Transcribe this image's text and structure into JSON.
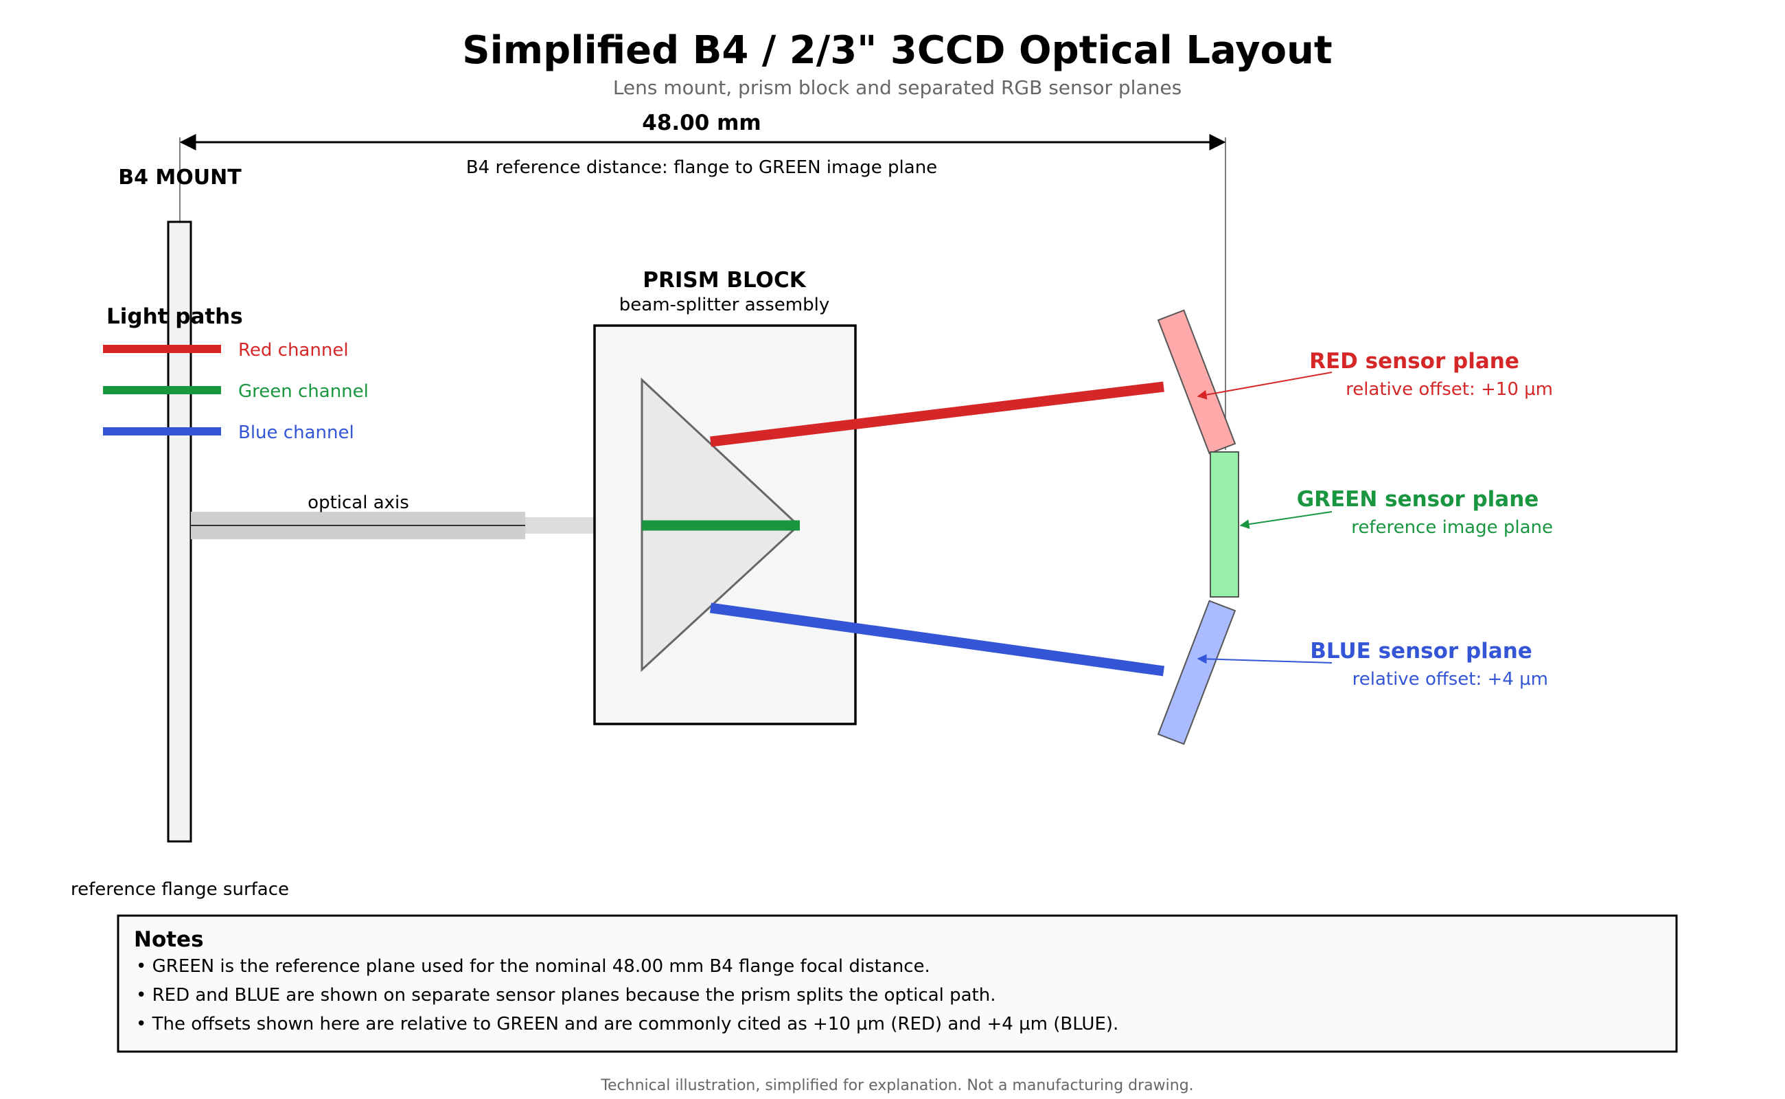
{
  "title": "Simplified B4 / 2/3\" 3CCD Optical Layout",
  "subtitle": "Lens mount, prism block and separated RGB sensor planes",
  "dimension": {
    "value_label": "48.00 mm",
    "caption": "B4 reference distance: flange to GREEN image plane"
  },
  "mount": {
    "label": "B4 MOUNT",
    "surface_label": "reference flange surface"
  },
  "legend": {
    "title": "Light paths",
    "items": [
      {
        "label": "Red channel",
        "color": "#d62728"
      },
      {
        "label": "Green channel",
        "color": "#1a9641"
      },
      {
        "label": "Blue channel",
        "color": "#3355d6"
      }
    ]
  },
  "optical_axis_label": "optical axis",
  "prism": {
    "title": "PRISM BLOCK",
    "subtitle": "beam-splitter assembly"
  },
  "sensors": {
    "red": {
      "title": "RED sensor plane",
      "note": "relative offset: +10 µm",
      "color": "#d62728",
      "fill": "#ffaaaa"
    },
    "green": {
      "title": "GREEN sensor plane",
      "note": "reference image plane",
      "color": "#1a9641",
      "fill": "#99f0a8"
    },
    "blue": {
      "title": "BLUE sensor plane",
      "note": "relative offset: +4 µm",
      "color": "#3355d6",
      "fill": "#aabbff"
    }
  },
  "notes": {
    "title": "Notes",
    "items": [
      "• GREEN is the reference plane used for the nominal 48.00 mm B4 flange focal distance.",
      "• RED and BLUE are shown on separate sensor planes because the prism splits the optical path.",
      "• The offsets shown here are relative to GREEN and are commonly cited as +10 µm (RED) and +4 µm (BLUE)."
    ]
  },
  "footer": "Technical illustration, simplified for explanation. Not a manufacturing drawing."
}
